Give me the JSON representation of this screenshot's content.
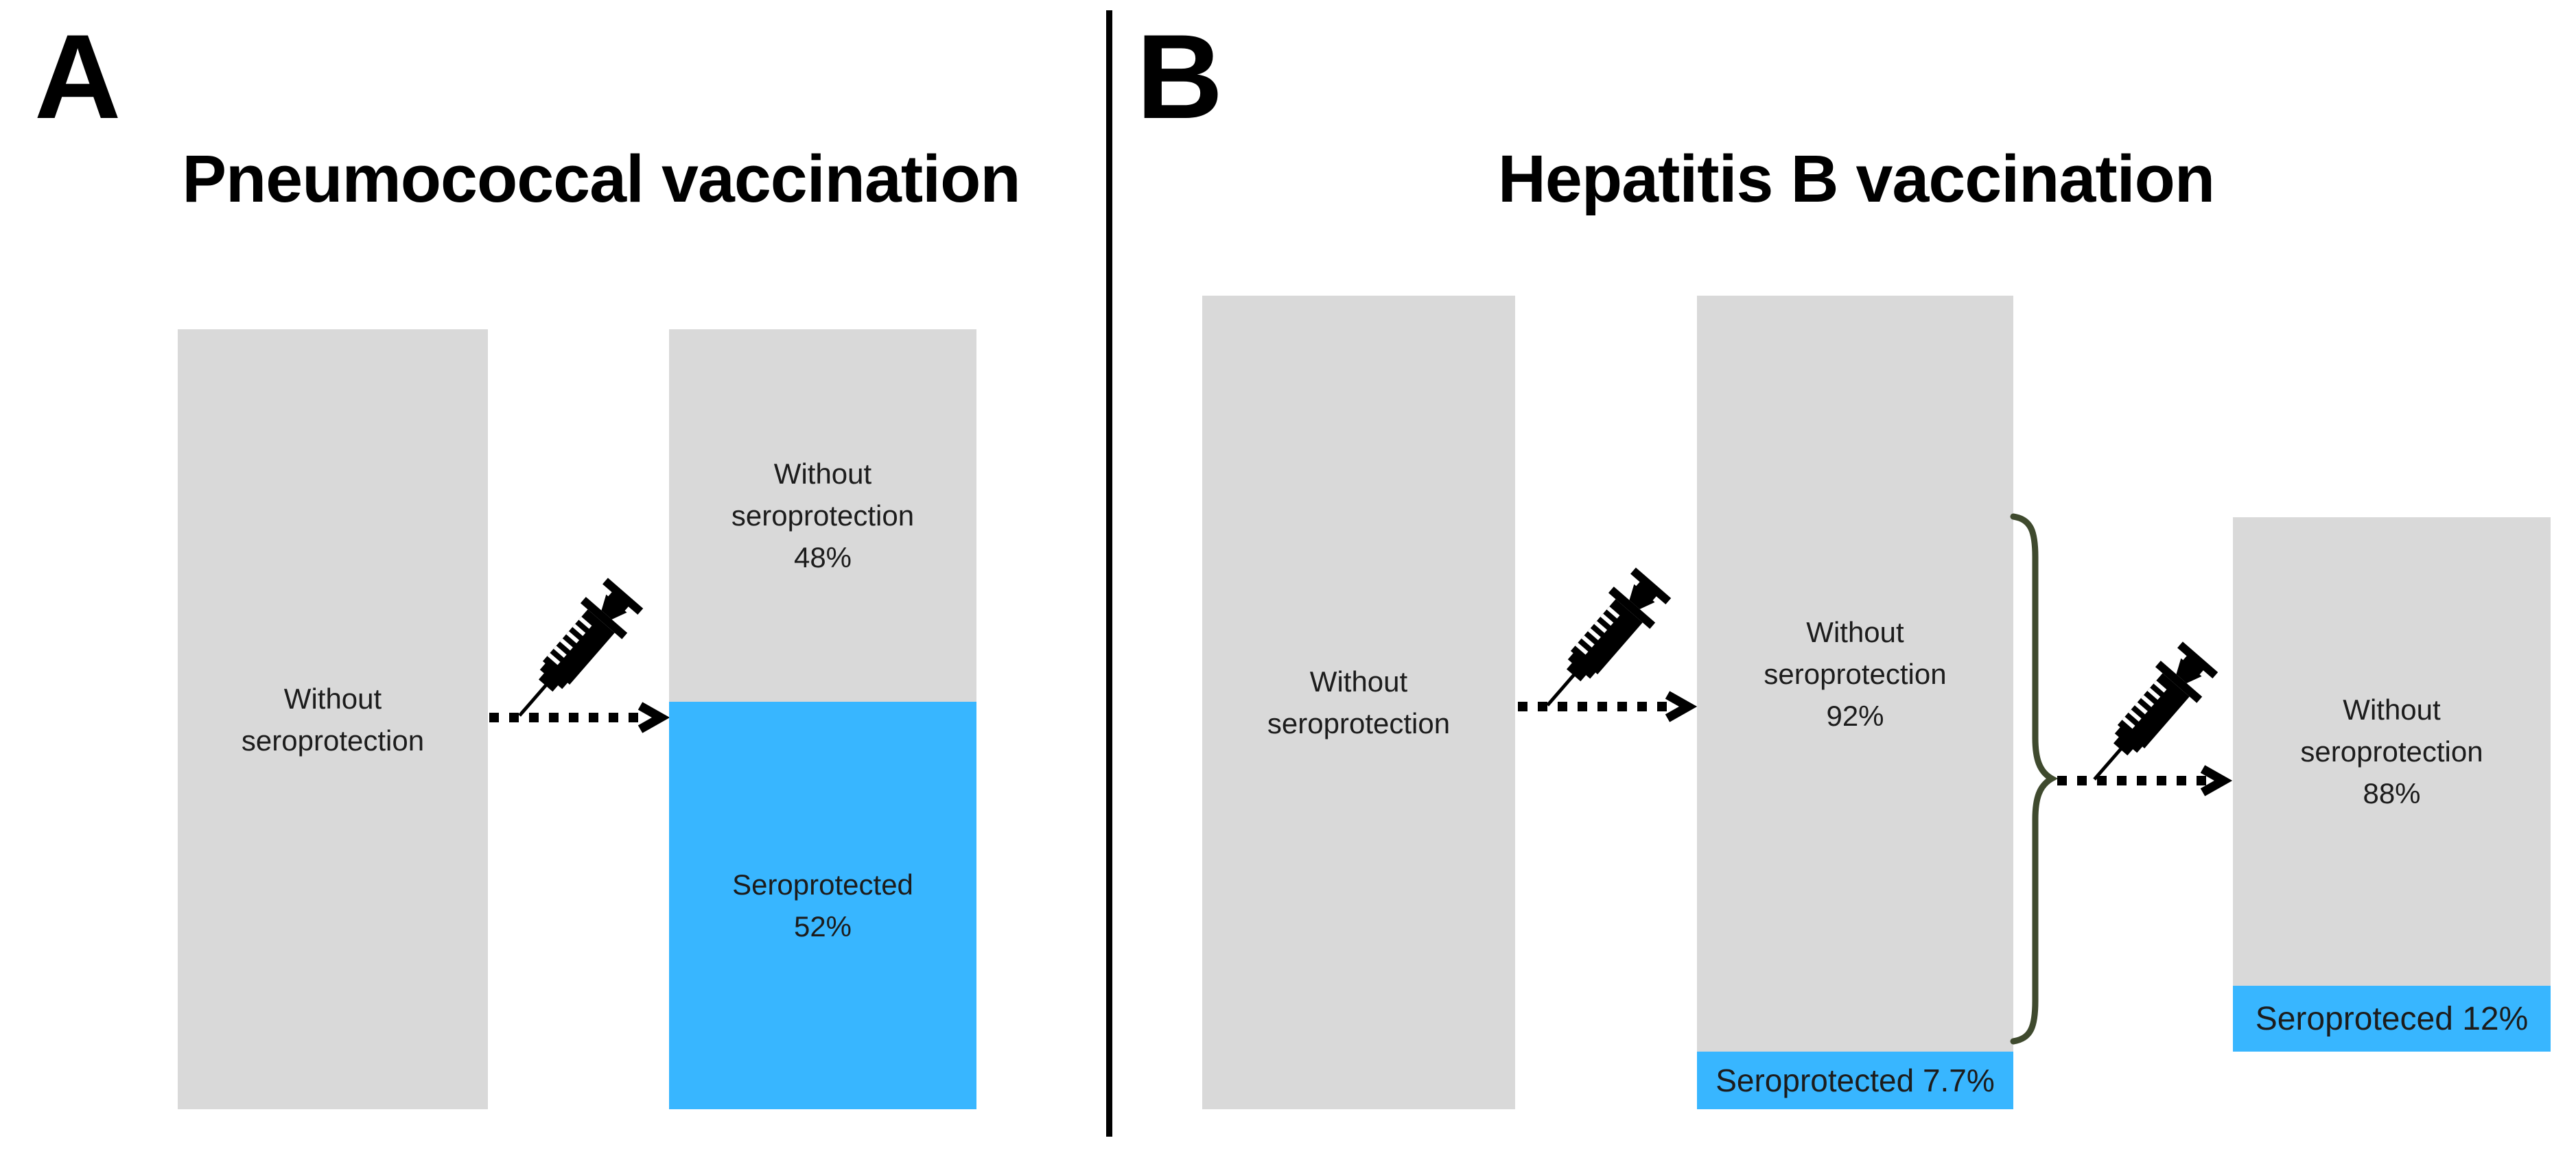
{
  "colors": {
    "bar_gray": "#d9d9d9",
    "accent_blue": "#38b6ff",
    "brace_olive": "#3f4a2e",
    "text_dark": "#1c1c1c",
    "line_black": "#000000"
  },
  "panel_a": {
    "label": "A",
    "title": "Pneumococcal vaccination",
    "bar_before": {
      "lines": [
        "Without",
        "seroprotection"
      ]
    },
    "bar_after": {
      "without": {
        "lines": [
          "Without",
          "seroprotection",
          "48%"
        ]
      },
      "seroprotected": {
        "lines": [
          "Seroprotected",
          "52%"
        ]
      }
    }
  },
  "panel_b": {
    "label": "B",
    "title": "Hepatitis B vaccination",
    "bar_before": {
      "lines": [
        "Without",
        "seroprotection"
      ]
    },
    "bar_after_dose1": {
      "without": {
        "lines": [
          "Without",
          "seroprotection",
          "92%"
        ]
      },
      "seroprotected_label": "Seroprotected 7.7%"
    },
    "bar_after_dose2": {
      "without": {
        "lines": [
          "Without",
          "seroprotection",
          "88%"
        ]
      },
      "seroprotected_label": "Seroproteced 12%"
    }
  }
}
